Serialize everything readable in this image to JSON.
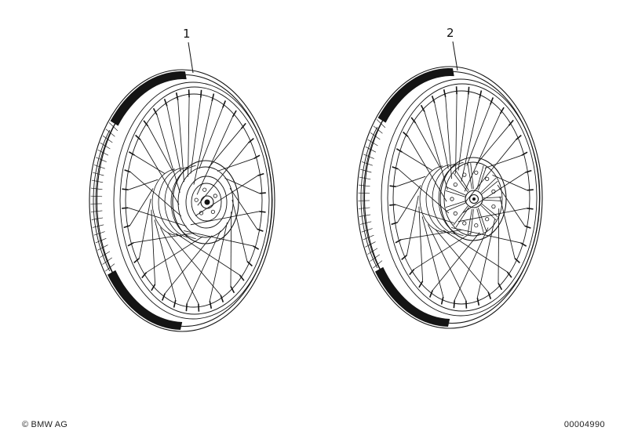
{
  "page": {
    "background": "#ffffff",
    "line_color": "#141414"
  },
  "callouts": [
    {
      "label": "1"
    },
    {
      "label": "2"
    }
  ],
  "diagram": {
    "wheels": [
      {
        "id": "1",
        "hub_style": "drum"
      },
      {
        "id": "2",
        "hub_style": "finned"
      }
    ]
  },
  "footer": {
    "copyright": "© BMW AG",
    "doc_number": "00004990"
  }
}
